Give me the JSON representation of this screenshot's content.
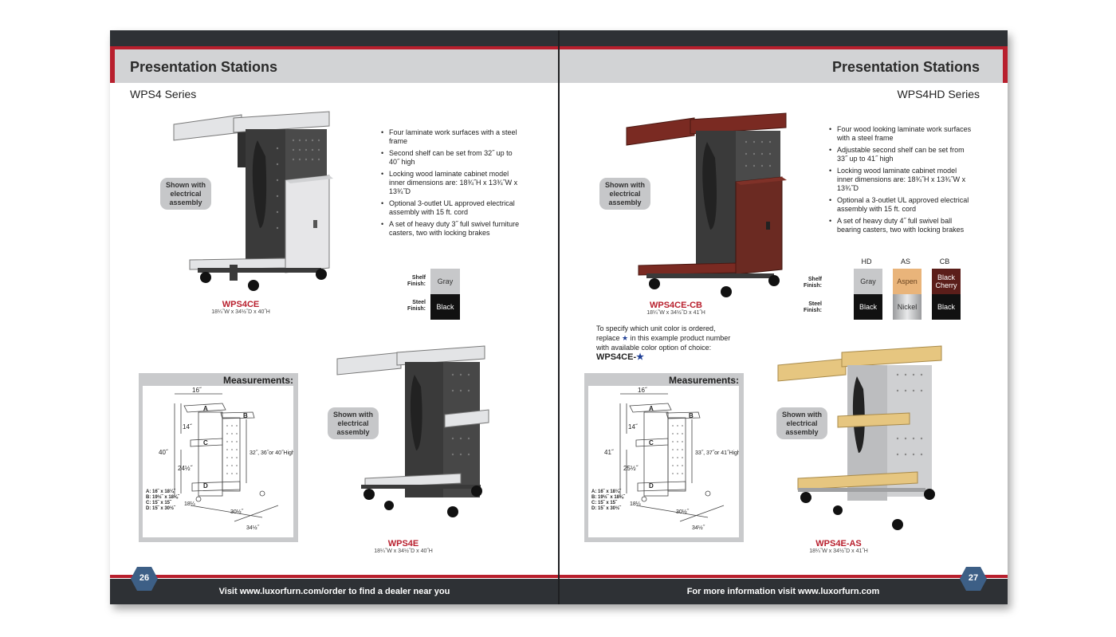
{
  "left_page": {
    "title": "Presentation Stations",
    "series": "WPS4 Series",
    "bullets": [
      "Four laminate work surfaces with a steel frame",
      "Second shelf can be set from 32˝ up to 40˝ high",
      "Locking wood laminate cabinet model inner dimensions are: 18¾˝H x 13¾˝W x 13¾˝D",
      "Optional 3-outlet UL approved electrical assembly with 15 ft. cord",
      "A set of heavy duty 3˝ full swivel furniture casters, two with locking brakes"
    ],
    "callout_text": "Shown with electrical assembly",
    "product1": {
      "code": "WPS4CE",
      "dims": "18¼˝W x 34½˝D x 40˝H"
    },
    "product2": {
      "code": "WPS4E",
      "dims": "18¼˝W x 34½˝D x 40˝H"
    },
    "finish": {
      "shelf_label": "Shelf Finish:",
      "steel_label": "Steel Finish:",
      "shelf_value": "Gray",
      "steel_value": "Black"
    },
    "measurements": {
      "title": "Measurements:",
      "labels": [
        "16˝",
        "A",
        "B",
        "14˝",
        "40˝",
        "C",
        "24½˝",
        "32˝, 36˝or 40˝High",
        "D",
        "18¼",
        "30½˝",
        "34½˝"
      ],
      "legend": [
        "A: 16˝ x 18¼˝",
        "B: 19½˝ x 18⅛˝",
        "C: 15˝ x 15˝",
        "D: 15˝ x 30½˝"
      ]
    },
    "page_number": "26",
    "footer": "Visit www.luxorfurn.com/order to find a dealer near you"
  },
  "right_page": {
    "title": "Presentation Stations",
    "series": "WPS4HD Series",
    "bullets": [
      "Four wood looking laminate work surfaces with a steel frame",
      "Adjustable second shelf can be set from 33˝ up to 41˝ high",
      "Locking wood laminate cabinet model inner dimensions are: 18¾˝H x 13¾˝W x 13¾˝D",
      "Optional a 3-outlet UL approved electrical assembly with 15 ft. cord",
      "A set of heavy duty 4˝ full swivel ball bearing casters, two with locking brakes"
    ],
    "callout_text": "Shown with electrical assembly",
    "product1": {
      "code": "WPS4CE-CB",
      "dims": "18¼˝W x 34½˝D x 41˝H"
    },
    "product2": {
      "code": "WPS4E-AS",
      "dims": "18¼˝W x 34½˝D x 41˝H"
    },
    "finish": {
      "columns": [
        "HD",
        "AS",
        "CB"
      ],
      "shelf_label": "Shelf Finish:",
      "steel_label": "Steel Finish:",
      "shelf_values": [
        "Gray",
        "Aspen",
        "Black Cherry"
      ],
      "steel_values": [
        "Black",
        "Nickel",
        "Black"
      ]
    },
    "spec_note": {
      "line1": "To specify which unit color is ordered,",
      "line2a": "replace",
      "line2b": "in this example product number",
      "line3": "with available color option of choice:",
      "code": "WPS4CE-",
      "star": "★"
    },
    "measurements": {
      "title": "Measurements:",
      "labels": [
        "16˝",
        "A",
        "B",
        "14˝",
        "41˝",
        "C",
        "25½˝",
        "33˝, 37˝or 41˝High",
        "D",
        "18¼",
        "30½˝",
        "34½˝"
      ],
      "legend": [
        "A: 16˝ x 18¼˝",
        "B: 19½˝ x 18⅛˝",
        "C: 15˝ x 15˝",
        "D: 15˝ x 30½˝"
      ]
    },
    "page_number": "27",
    "footer": "For more information visit www.luxorfurn.com"
  },
  "colors": {
    "dark_bar": "#2e3135",
    "accent_red": "#b81f2d",
    "title_bar": "#d2d3d5",
    "hex_blue": "#3d5f86",
    "star_blue": "#1f3f95"
  }
}
